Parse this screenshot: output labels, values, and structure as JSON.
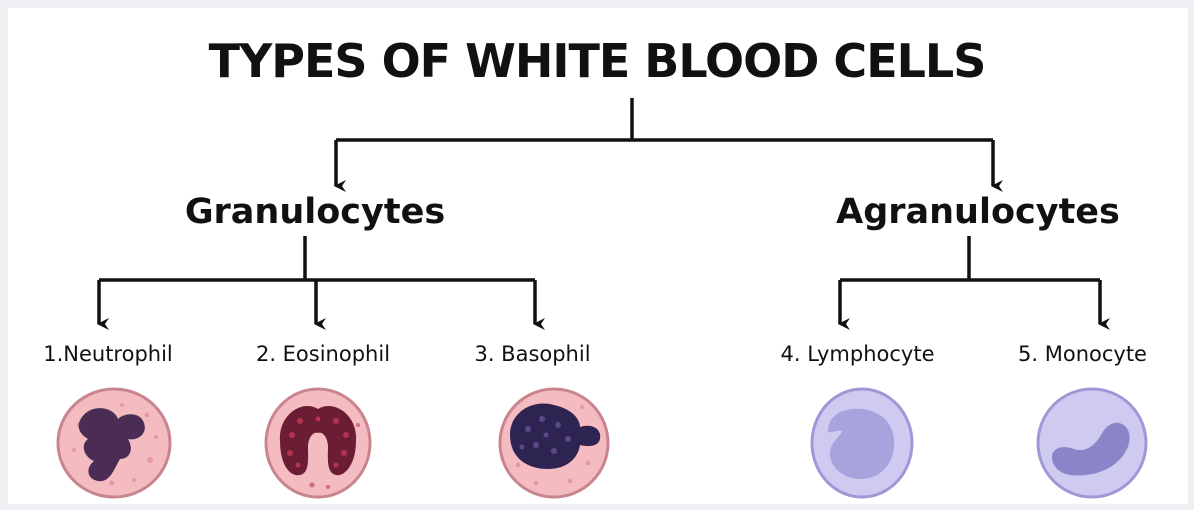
{
  "title": "TYPES OF WHITE BLOOD CELLS",
  "groups": [
    {
      "label": "Granulocytes"
    },
    {
      "label": "Agranulocytes"
    }
  ],
  "cells": [
    {
      "label": "1.Neutrophil",
      "icon": "neutrophil-icon"
    },
    {
      "label": "2. Eosinophil",
      "icon": "eosinophil-icon"
    },
    {
      "label": "3. Basophil",
      "icon": "basophil-icon"
    },
    {
      "label": "4. Lymphocyte",
      "icon": "lymphocyte-icon"
    },
    {
      "label": "5. Monocyte",
      "icon": "monocyte-icon"
    }
  ],
  "colors": {
    "granulocyte_body": "#f4bcc0",
    "granulocyte_nucleus": "#4a2c55",
    "eosinophil_nucleus": "#6b1d33",
    "basophil_nucleus": "#2e2451",
    "agranulocyte_body": "#cfcbf0",
    "agranulocyte_nucleus": "#a8a3dd"
  }
}
